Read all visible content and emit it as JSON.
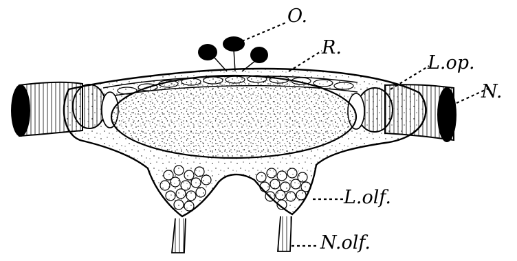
{
  "figure": {
    "labels": {
      "O": "O.",
      "R": "R.",
      "Lop": "L.op.",
      "N": "N.",
      "Lolf": "L.olf.",
      "Nolf": "N.olf."
    }
  },
  "colors": {
    "ink": "#000000",
    "paper": "#ffffff"
  }
}
